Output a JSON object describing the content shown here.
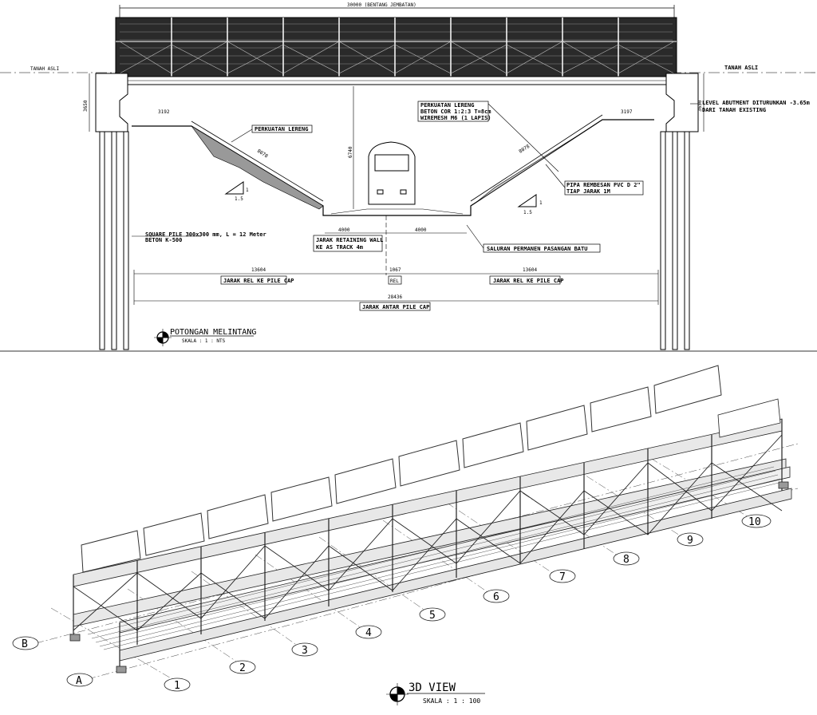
{
  "section": {
    "span_dim": "30000 (BENTANG JEMBATAN)",
    "ground_left": "TANAH ASLI",
    "ground_right": "TANAH ASLI",
    "height_left": "3650",
    "height_right": "3650",
    "abutment_note_1": "LEVEL ABUTMENT DITURUNKAN -3.65m",
    "abutment_note_2": "DARI TANAH EXISTING",
    "top_left_dim": "3192",
    "top_right_dim": "3197",
    "slope_left_label": "PERKUATAN LERENG",
    "slope_right_1": "PERKUATAN LERENG",
    "slope_right_2": "BETON COR 1:2:3 T=8cm",
    "slope_right_3": "WIREMESH M6 (1 LAPIS)",
    "slope_len_left": "8078",
    "slope_len_right": "8078",
    "clear_height": "6740",
    "ratio_left_v": "1",
    "ratio_left_h": "1.5",
    "ratio_right_v": "1",
    "ratio_right_h": "1.5",
    "pvc_1": "PIPA REMBESAN PVC D 2\"",
    "pvc_2": "TIAP JARAK 1M",
    "pile_1": "SQUARE PILE 300x300 mm, L = 12 Meter",
    "pile_2": "BETON K-500",
    "dim_4000_left": "4000",
    "dim_4000_right": "4000",
    "retaining_1": "JARAK RETAINING WALL",
    "retaining_2": "KE AS TRACK 4m",
    "drain": "SALURAN PERMANEN PASANGAN BATU",
    "dim_13604_left": "13604",
    "dim_13604_right": "13604",
    "dim_1067": "1067",
    "rel": "REL",
    "jarak_rel_left": "JARAK REL KE PILE CAP",
    "jarak_rel_right": "JARAK REL KE PILE CAP",
    "dim_28436": "28436",
    "jarak_antar": "JARAK ANTAR PILE CAP",
    "title": "POTONGAN MELINTANG",
    "scale": "SKALA : 1 : NTS"
  },
  "view3d": {
    "title": "3D VIEW",
    "scale": "SKALA : 1 : 100",
    "grid_numbers": [
      "1",
      "2",
      "3",
      "4",
      "5",
      "6",
      "7",
      "8",
      "9",
      "10"
    ],
    "grid_letters": [
      "A",
      "B"
    ]
  }
}
